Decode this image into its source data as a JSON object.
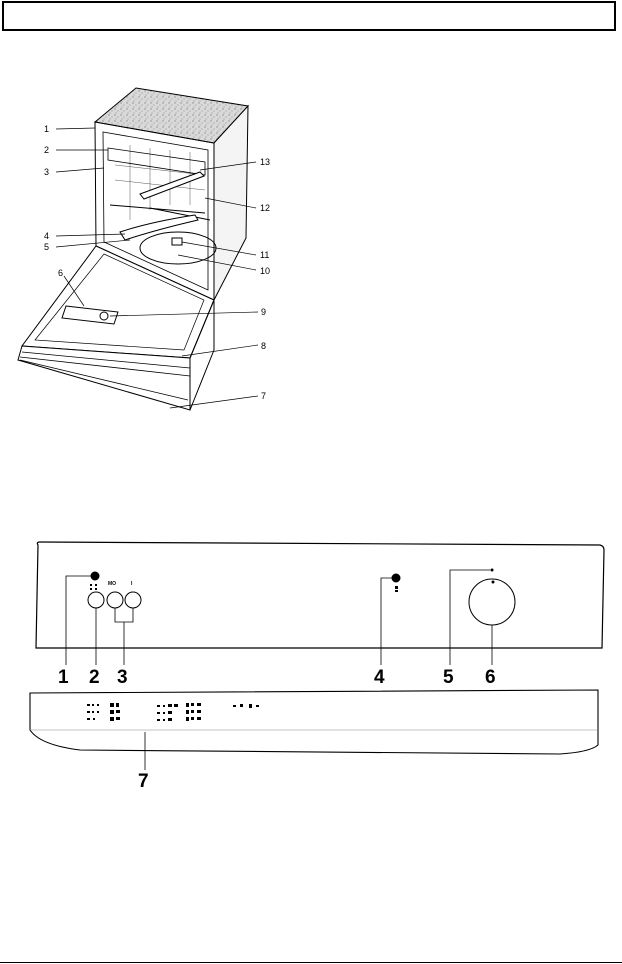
{
  "dishwasher_callouts": [
    "1",
    "2",
    "3",
    "4",
    "5",
    "6",
    "7",
    "8",
    "9",
    "10",
    "11",
    "12",
    "13"
  ],
  "panel": {
    "button_labels": {
      "mo": "MO",
      "i": "I"
    },
    "callouts": [
      "1",
      "2",
      "3",
      "4",
      "5",
      "6",
      "7"
    ]
  },
  "colors": {
    "ink": "#000000",
    "paper": "#ffffff",
    "cabinet_top": "#cfcfcf"
  }
}
